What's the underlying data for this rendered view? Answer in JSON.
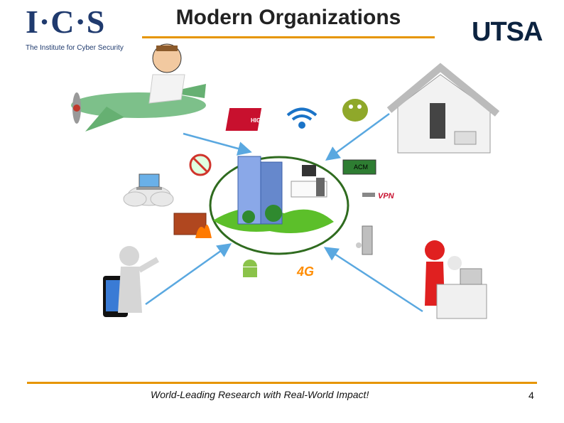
{
  "header": {
    "ics_logo_letters": "I·C·S",
    "ics_logo_subtitle": "The Institute for Cyber Security",
    "title": "Modern Organizations",
    "utsa_logo": "UTSA"
  },
  "scene": {
    "acm_label": "ACM",
    "vpn_label": "VPN",
    "high_speed_label": "HIGH SPEED INTERNET",
    "fourg_label": "4G"
  },
  "footer": {
    "tagline": "World-Leading Research with Real-World Impact!",
    "page_number": "4"
  },
  "colors": {
    "accent": "#e69500",
    "arrow": "#5aa8e0",
    "ellipse": "#2f6b1f",
    "ics_blue": "#1f3a6e",
    "utsa_navy": "#0c2340"
  }
}
